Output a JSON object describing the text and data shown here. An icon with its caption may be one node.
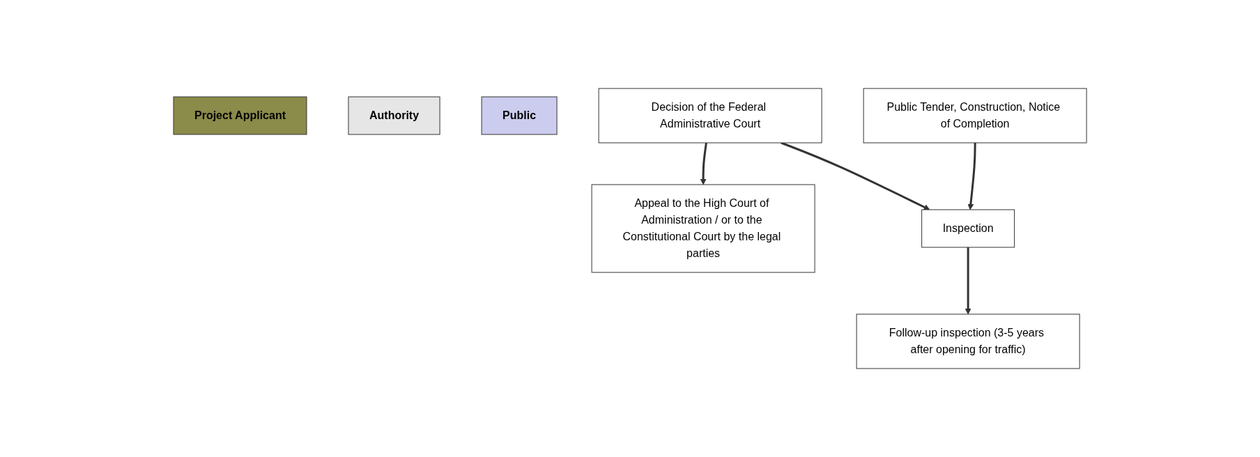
{
  "diagram": {
    "nodes": [
      {
        "text": [
          "Project Applicant"
        ]
      },
      {
        "text": [
          "Authority"
        ]
      },
      {
        "text": [
          "Public"
        ]
      },
      {
        "text": [
          "Decision of the Federal Administrative Court"
        ]
      },
      {
        "text": [
          "Appeal to the High Court of Administration / or to the Constitutional Court by the legal parties"
        ]
      },
      {
        "text": [
          "Public Tender, Construction, Notice of Completion"
        ]
      },
      {
        "text": [
          "Inspection"
        ]
      },
      {
        "text": [
          "Follow-up inspection (3-5 years after opening for traffic)"
        ]
      }
    ],
    "edges": [
      {
        "from": 3,
        "to": 4,
        "arrow": "to"
      },
      {
        "from": 3,
        "to": 6,
        "arrow": "to"
      },
      {
        "from": 5,
        "to": 6,
        "arrow": "to"
      },
      {
        "from": 6,
        "to": 7,
        "arrow": "to"
      }
    ]
  }
}
